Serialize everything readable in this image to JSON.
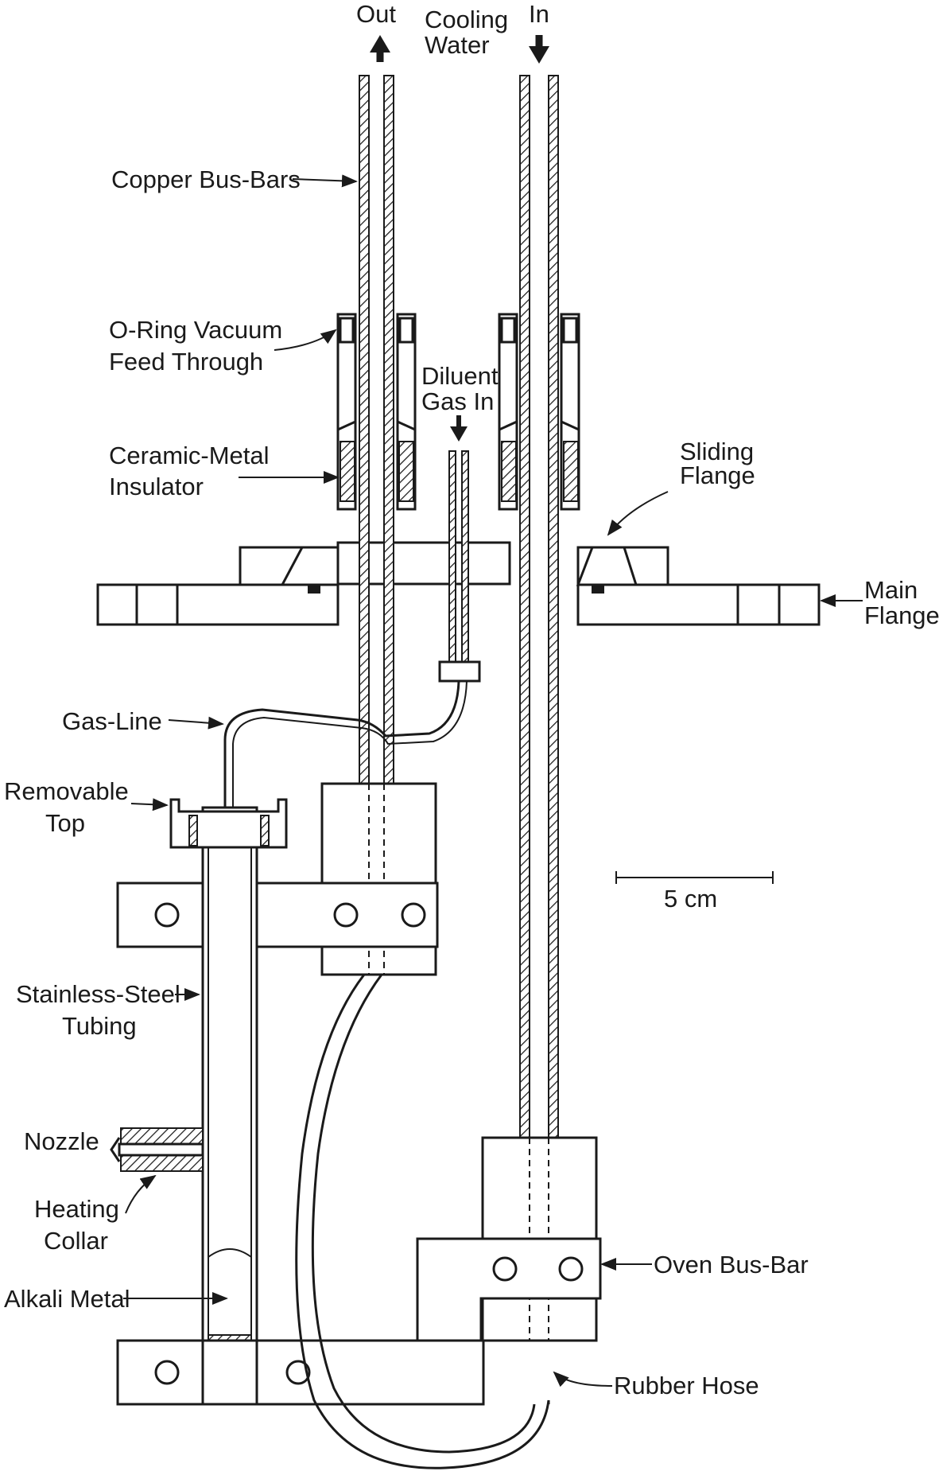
{
  "labels": {
    "out": "Out",
    "cooling": "Cooling",
    "water": "Water",
    "in": "In",
    "copper_bus_bars": "Copper Bus-Bars",
    "oring_line1": "O-Ring Vacuum",
    "oring_line2": "Feed Through",
    "diluent_line1": "Diluent",
    "diluent_line2": "Gas In",
    "ceramic_line1": "Ceramic-Metal",
    "ceramic_line2": "Insulator",
    "sliding_line1": "Sliding",
    "sliding_line2": "Flange",
    "main_line1": "Main",
    "main_line2": "Flange",
    "gas_line": "Gas-Line",
    "removable_line1": "Removable",
    "removable_line2": "Top",
    "scale": "5 cm",
    "stainless_line1": "Stainless-Steel",
    "stainless_line2": "Tubing",
    "nozzle": "Nozzle",
    "heating_line1": "Heating",
    "heating_line2": "Collar",
    "alkali_metal": "Alkali Metal",
    "oven_bus_bar": "Oven Bus-Bar",
    "rubber_hose": "Rubber Hose"
  },
  "colors": {
    "ink": "#1a1a1a",
    "background": "#ffffff"
  }
}
